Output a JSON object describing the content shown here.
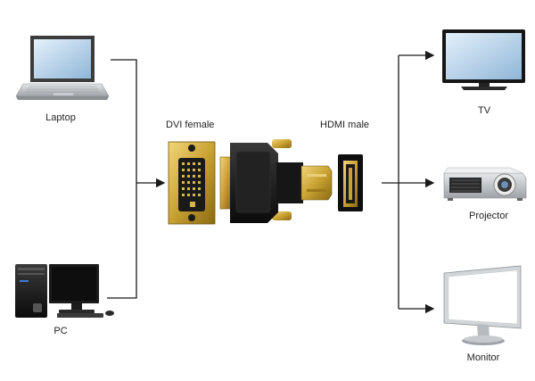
{
  "devices": {
    "laptop": "Laptop",
    "pc": "PC",
    "tv": "TV",
    "projector": "Projector",
    "monitor": "Monitor"
  },
  "connectors": {
    "dvi": "DVI female",
    "hdmi": "HDMI male"
  },
  "colors": {
    "line": "#1a1a1a",
    "gold": "#c9a233",
    "connector_body": "#141414",
    "screen": "#bcd8ef",
    "device_silver": "#b8bcc0"
  }
}
